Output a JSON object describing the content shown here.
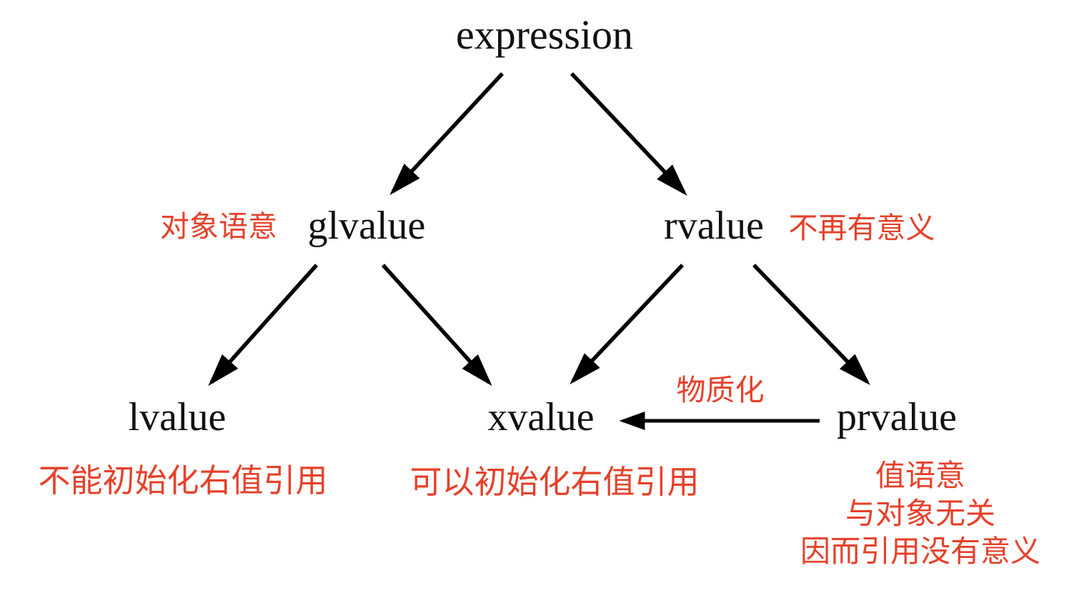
{
  "diagram": {
    "background": "#ffffff",
    "colors": {
      "node_text": "#111111",
      "annotation_text": "#e6412a",
      "arrow": "#000000"
    },
    "nodes": {
      "expression": "expression",
      "glvalue": "glvalue",
      "rvalue": "rvalue",
      "lvalue": "lvalue",
      "xvalue": "xvalue",
      "prvalue": "prvalue"
    },
    "annotations": {
      "glvalue_side": "对象语意",
      "rvalue_side": "不再有意义",
      "materialization": "物质化",
      "lvalue_below": "不能初始化右值引用",
      "xvalue_below": "可以初始化右值引用",
      "prvalue_below": [
        "值语意",
        "与对象无关",
        "因而引用没有意义"
      ]
    },
    "edges": [
      {
        "from": "expression",
        "to": "glvalue"
      },
      {
        "from": "expression",
        "to": "rvalue"
      },
      {
        "from": "glvalue",
        "to": "lvalue"
      },
      {
        "from": "glvalue",
        "to": "xvalue"
      },
      {
        "from": "rvalue",
        "to": "xvalue"
      },
      {
        "from": "rvalue",
        "to": "prvalue"
      },
      {
        "from": "prvalue",
        "to": "xvalue",
        "label": "物质化"
      }
    ]
  }
}
